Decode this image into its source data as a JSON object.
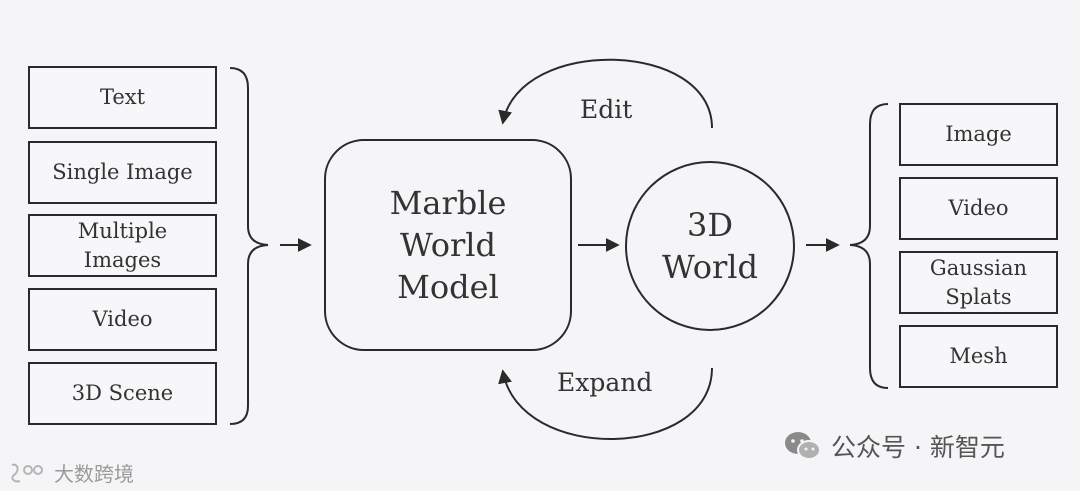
{
  "inputs": [
    "Text",
    "Single Image",
    "Multiple\nImages",
    "Video",
    "3D Scene"
  ],
  "model": {
    "label": "Marble\nWorld\nModel"
  },
  "world": {
    "label": "3D\nWorld"
  },
  "loops": {
    "top": "Edit",
    "bottom": "Expand"
  },
  "outputs": [
    "Image",
    "Video",
    "Gaussian\nSplats",
    "Mesh"
  ],
  "watermarks": {
    "right": "公众号 · 新智元",
    "left": "大数跨境"
  },
  "icons": {
    "right": "wechat-icon",
    "left": "brand-logo-icon"
  }
}
